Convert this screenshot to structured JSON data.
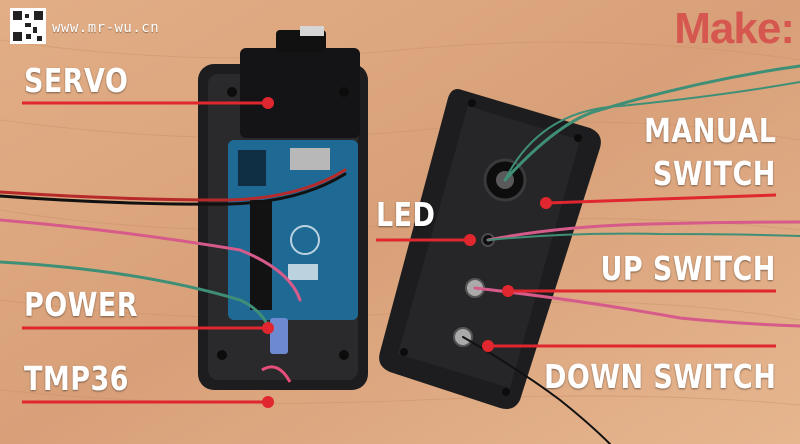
{
  "watermark": {
    "site": "www.mr-wu.cn",
    "qr_icon": "qr-code-icon"
  },
  "brand": {
    "logo": "Make:"
  },
  "labels": {
    "servo": "SERVO",
    "power": "POWER",
    "tmp36": "TMP36",
    "led": "LED",
    "manual_switch_line1": "MANUAL",
    "manual_switch_line2": "SWITCH",
    "up_switch": "UP SWITCH",
    "down_switch": "DOWN SWITCH"
  },
  "colors": {
    "wood": "#d9a37a",
    "callout_red": "#e0262e",
    "label_text": "#ffffff",
    "enclosure": "#1d1d1f",
    "board": "#1f6a95",
    "brand": "#d6574f"
  }
}
